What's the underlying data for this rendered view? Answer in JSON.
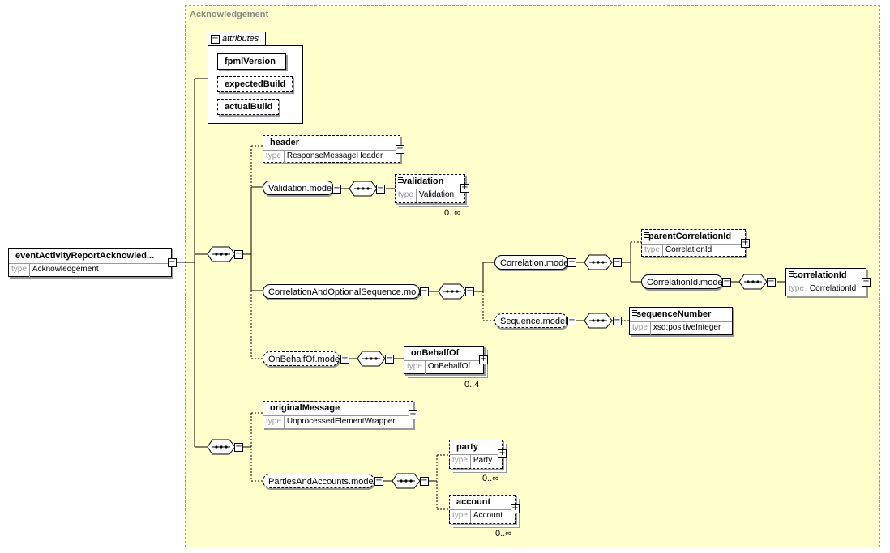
{
  "region": {
    "title": "Acknowledgement"
  },
  "attributes": {
    "label": "attributes",
    "items": [
      "fpmlVersion",
      "expectedBuild",
      "actualBuild"
    ]
  },
  "root": {
    "name": "eventActivityReportAcknowled...",
    "type_key": "type",
    "type": "Acknowledgement"
  },
  "elements": {
    "header": {
      "name": "header",
      "type": "ResponseMessageHeader"
    },
    "validation": {
      "name": "validation",
      "type": "Validation",
      "card": "0..∞"
    },
    "parentCorrelationId": {
      "name": "parentCorrelationId",
      "type": "CorrelationId"
    },
    "correlationId": {
      "name": "correlationId",
      "type": "CorrelationId"
    },
    "sequenceNumber": {
      "name": "sequenceNumber",
      "type": "xsd:positiveInteger"
    },
    "onBehalfOf": {
      "name": "onBehalfOf",
      "type": "OnBehalfOf",
      "card": "0..4"
    },
    "originalMessage": {
      "name": "originalMessage",
      "type": "UnprocessedElementWrapper"
    },
    "party": {
      "name": "party",
      "type": "Party",
      "card": "0..∞"
    },
    "account": {
      "name": "account",
      "type": "Account",
      "card": "0..∞"
    }
  },
  "groups": {
    "validation_model": "Validation.model",
    "correlation_seq": "CorrelationAndOptionalSequence.mo...",
    "correlation_model": "Correlation.model",
    "correlationid_model": "CorrelationId.model",
    "sequence_model": "Sequence.model",
    "onbehalfof_model": "OnBehalfOf.model",
    "parties_model": "PartiesAndAccounts.model"
  },
  "type_key": "type"
}
